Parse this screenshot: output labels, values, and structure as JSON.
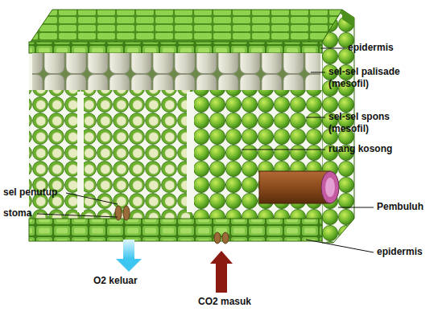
{
  "diagram": {
    "labels": [
      "epidermis",
      "sel-sel palisade (mesofil)",
      "sel-sel spons (mesofil)",
      "ruang kosong",
      "sel penutup",
      "stoma",
      "Pembuluh",
      "epidermis",
      "O2 keluar",
      "CO2 masuk"
    ]
  }
}
